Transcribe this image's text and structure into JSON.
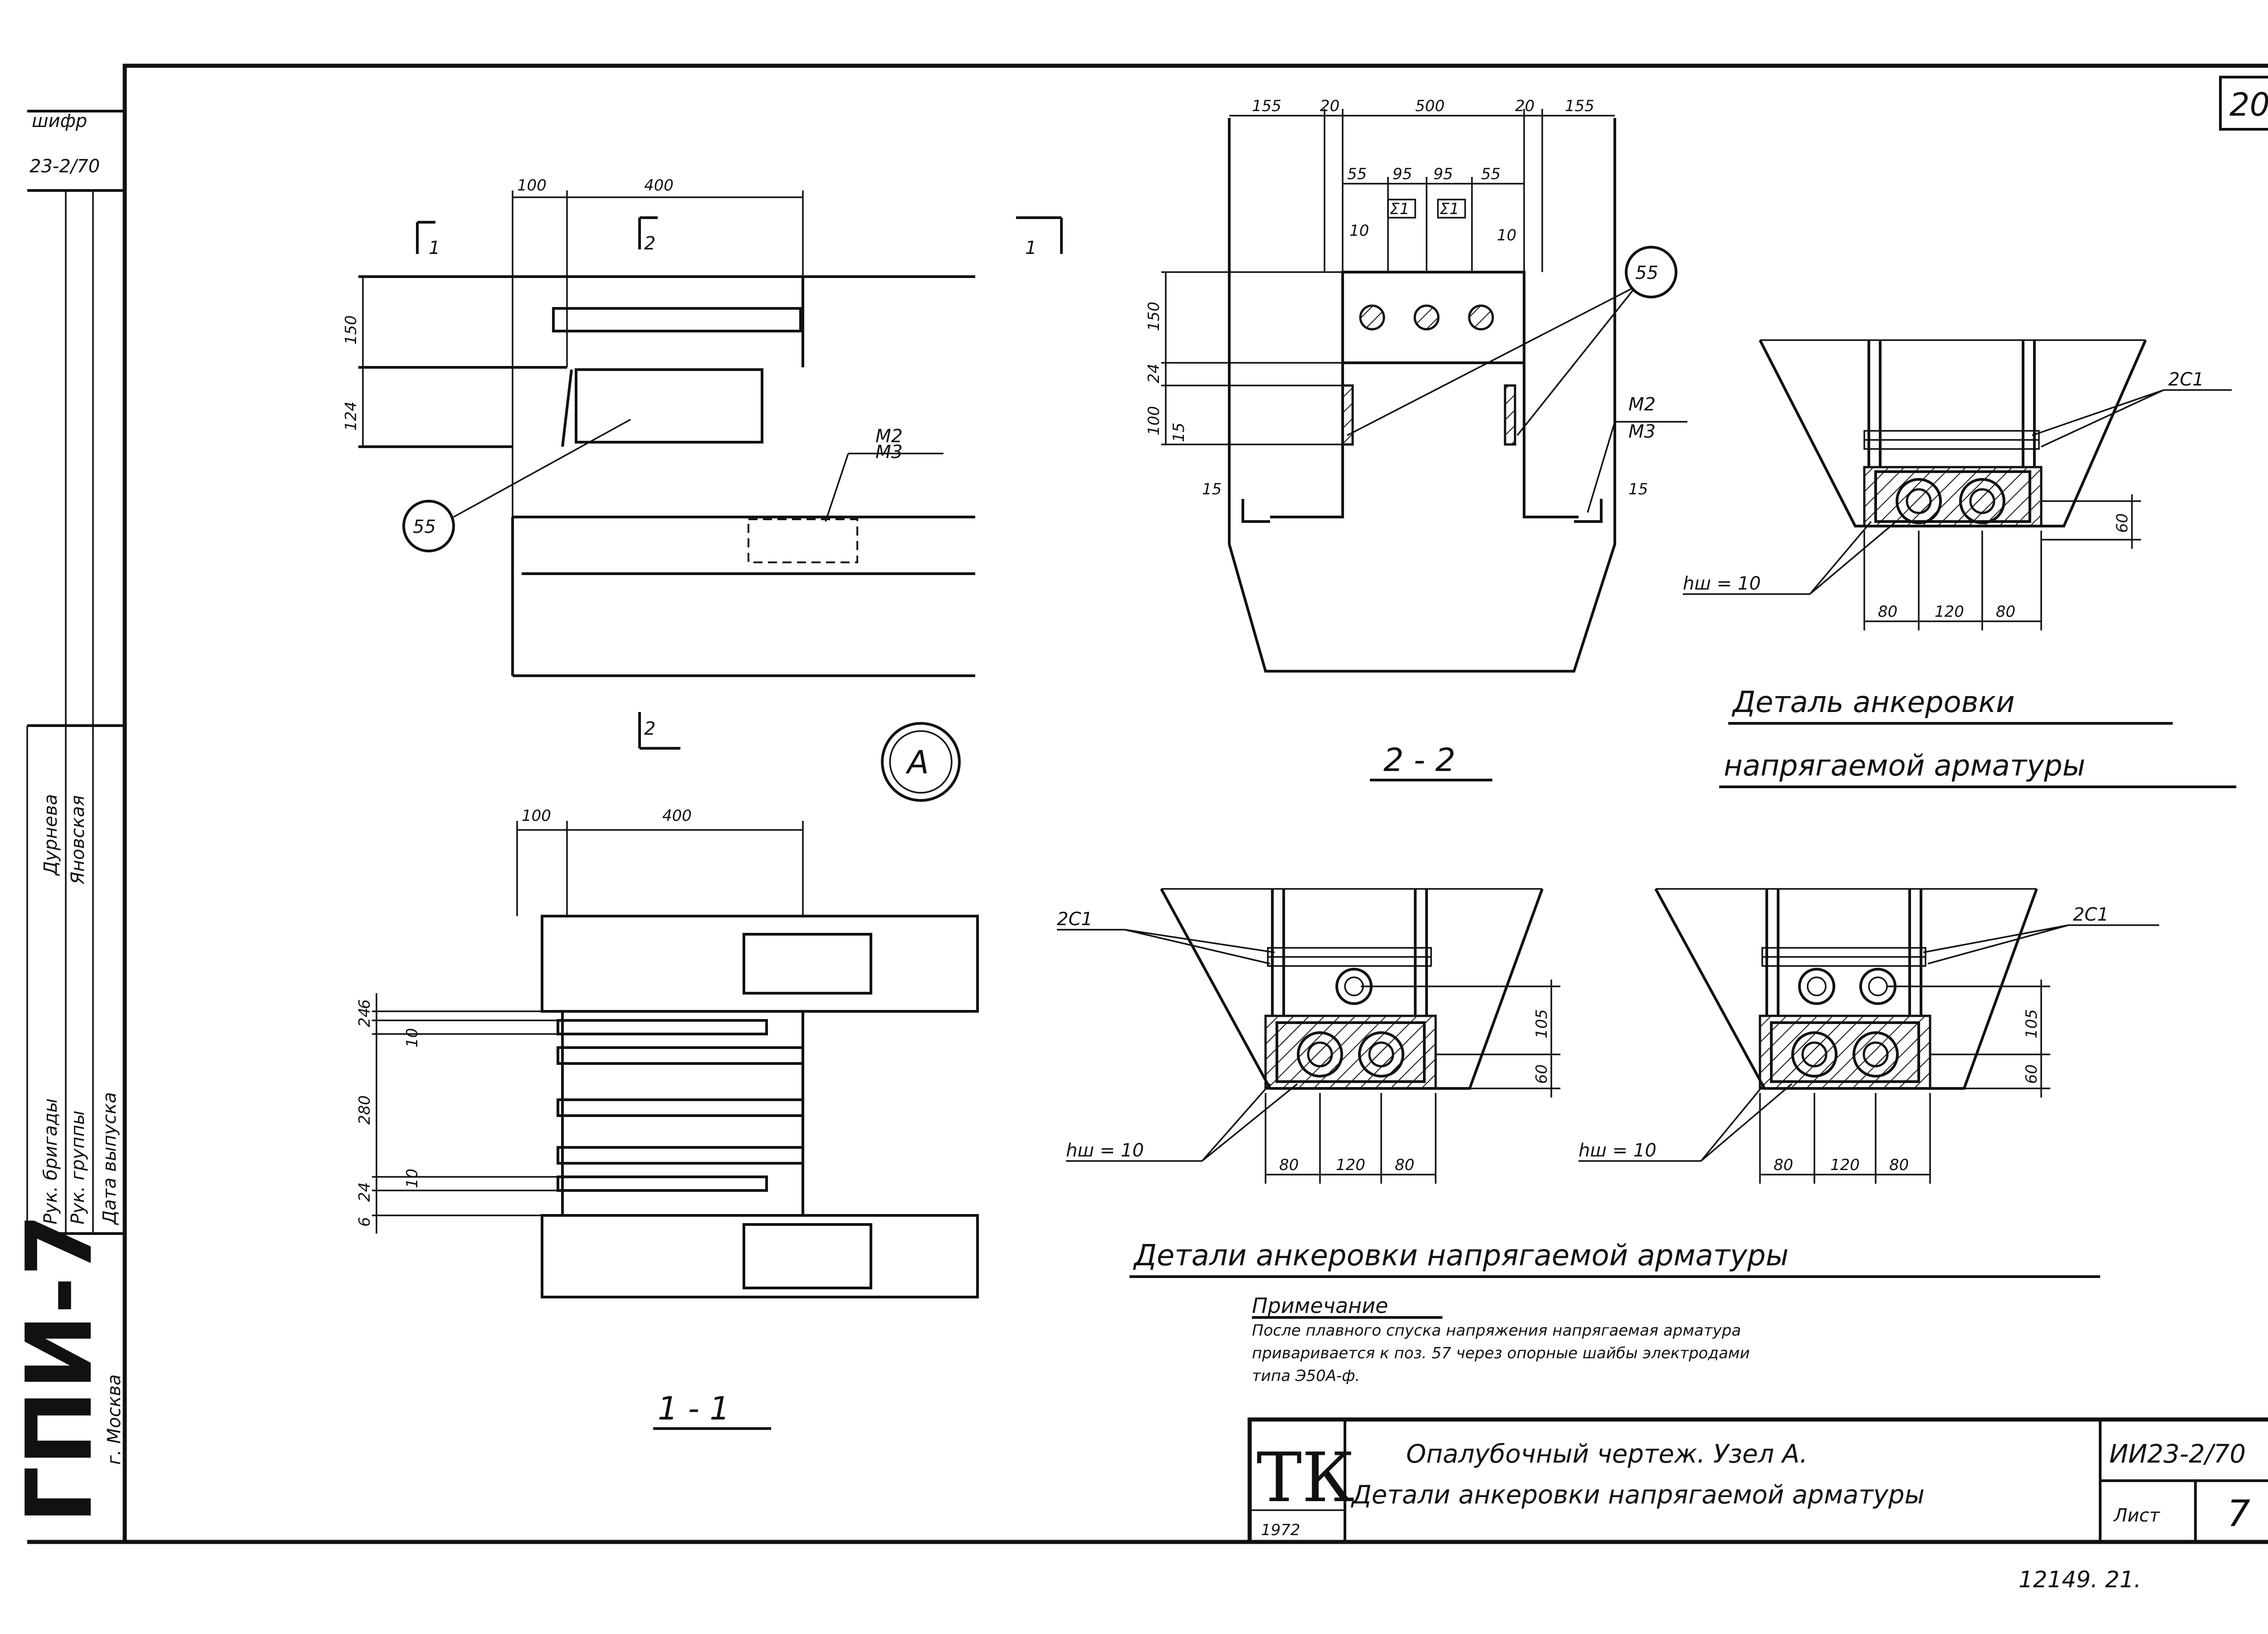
{
  "sheet": {
    "sheet_number": "20",
    "series_code_vertical": "ГПИ-7",
    "city_vertical": "г. Москва",
    "stamp_top_code": "23-2/70",
    "stamp_top_cipher": "шифр",
    "signatures": {
      "brigade_leader": "Рук. бригады",
      "brigade_name": "Дурнева",
      "group_leader": "Рук. группы",
      "group_name": "Яновская",
      "release_date": "Дата выпуска"
    },
    "bottom_number": "12149. 21."
  },
  "node_a": {
    "dims_top": [
      "100",
      "400"
    ],
    "dims_left": [
      "150",
      "124"
    ],
    "section_markers": [
      "1",
      "2",
      "1",
      "2"
    ],
    "callout": "55",
    "embedded_part": [
      "М2",
      "М3"
    ],
    "circle_label": "А"
  },
  "section_11": {
    "dims_top": [
      "100",
      "400"
    ],
    "dims_left": [
      "6",
      "24",
      "10",
      "280",
      "10",
      "24",
      "6"
    ],
    "caption": "1 - 1"
  },
  "section_22": {
    "dims_top": [
      "155",
      "20",
      "500",
      "20",
      "155"
    ],
    "dims_inner": [
      "55",
      "95",
      "95",
      "55"
    ],
    "bar_marks": [
      "Σ1",
      "Σ1"
    ],
    "dims_small": [
      "10",
      "10"
    ],
    "dims_left": [
      "150",
      "24",
      "100",
      "15"
    ],
    "dims_side": [
      "15",
      "15"
    ],
    "callout": "55",
    "embedded_part": [
      "М2",
      "М3"
    ],
    "caption": "2 - 2"
  },
  "detail_top": {
    "label": "2С1",
    "weld": "hш = 10",
    "dims_bottom": [
      "80",
      "120",
      "80"
    ],
    "dim_right": "60",
    "title_line1": "Деталь анкеровки",
    "title_line2": "напрягаемой арматуры"
  },
  "detail_left": {
    "label": "2С1",
    "weld": "hш = 10",
    "dims_bottom": [
      "80",
      "120",
      "80"
    ],
    "dims_right": [
      "105",
      "60"
    ]
  },
  "detail_right": {
    "label": "2С1",
    "weld": "hш = 10",
    "dims_bottom": [
      "80",
      "120",
      "80"
    ],
    "dims_right": [
      "105",
      "60"
    ]
  },
  "details_caption": "Детали анкеровки напрягаемой арматуры",
  "note": {
    "heading": "Примечание",
    "line1": "После плавного спуска напряжения напрягаемая арматура",
    "line2": "приваривается к поз. 57 через опорные шайбы электродами",
    "line3": "типа Э50А-ф."
  },
  "title_block": {
    "logo": "ТК",
    "year": "1972",
    "title_line1": "Опалубочный чертеж. Узел А.",
    "title_line2": "Детали анкеровки напрягаемой арматуры",
    "code": "ИИ23-2/70",
    "sheet_label": "Лист",
    "sheet_value": "7"
  }
}
